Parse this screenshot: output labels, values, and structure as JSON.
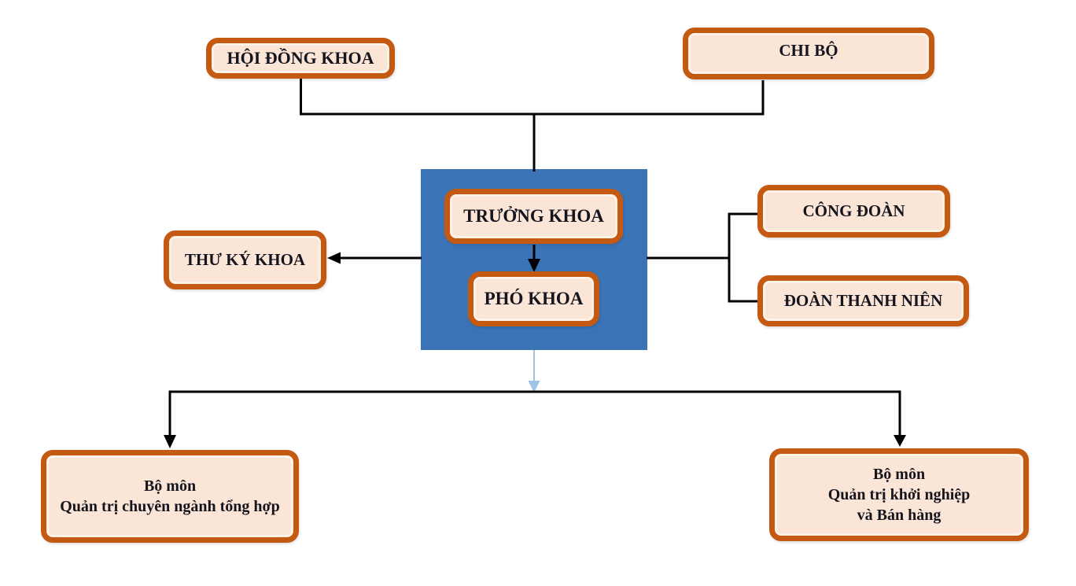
{
  "diagram": {
    "type": "org-chart",
    "nodes": {
      "hoi_dong_khoa": {
        "label": "HỘI ĐỒNG KHOA"
      },
      "chi_bo": {
        "label": "CHI BỘ"
      },
      "truong_khoa": {
        "label": "TRƯỞNG KHOA"
      },
      "pho_khoa": {
        "label": "PHÓ KHOA"
      },
      "thu_ky_khoa": {
        "label": "THƯ KÝ KHOA"
      },
      "cong_doan": {
        "label": "CÔNG ĐOÀN"
      },
      "doan_thanh_nien": {
        "label": "ĐOÀN THANH NIÊN"
      },
      "bo_mon_tong_hop": {
        "lines": [
          "Bộ môn",
          "Quản trị chuyên ngành tổng hợp"
        ]
      },
      "bo_mon_khoi_nghiep": {
        "lines": [
          "Bộ môn",
          "Quản trị khởi nghiệp",
          "và Bán hàng"
        ]
      }
    },
    "colors": {
      "box_border": "#C45911",
      "box_fill": "#FBE5D6",
      "box_inner_highlight": "#FDF2E7",
      "panel_blue": "#3B74B6",
      "connector_black": "#000000",
      "connector_light_blue": "#9DC3E6",
      "text": "#15151f"
    }
  }
}
